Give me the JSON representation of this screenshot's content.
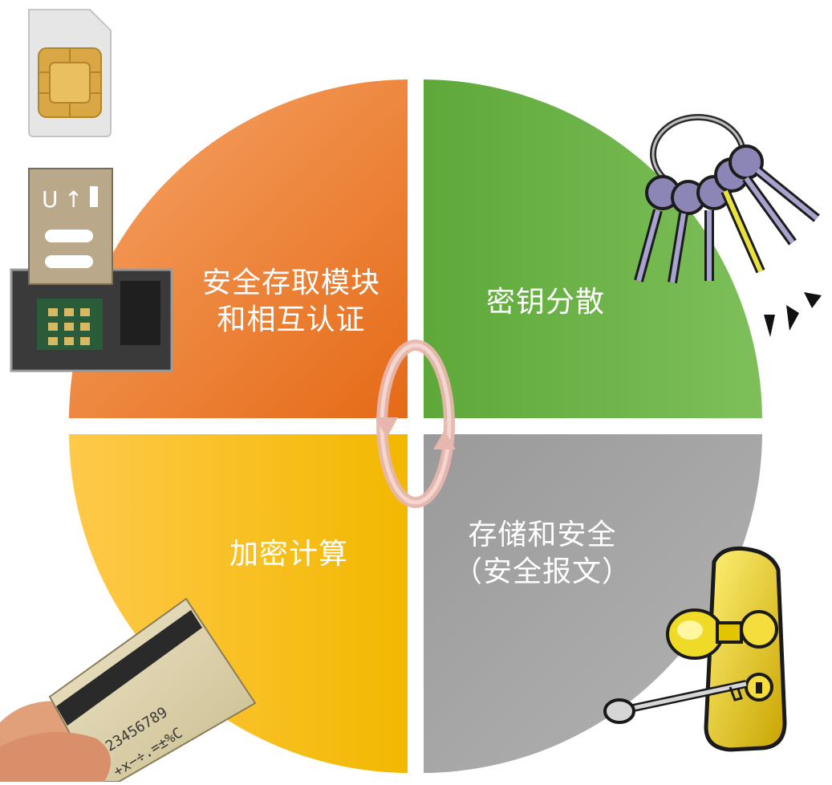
{
  "diagram": {
    "quadrants": [
      {
        "id": "top-left",
        "label": "安全存取模块\n和相互认证",
        "color_start": "#f29a5f",
        "color_end": "#e8731f"
      },
      {
        "id": "top-right",
        "label": "密钥分散",
        "color_start": "#72b74a",
        "color_end": "#5aa234"
      },
      {
        "id": "bottom-left",
        "label": "加密计算",
        "color_start": "#ffd24d",
        "color_end": "#f2b700"
      },
      {
        "id": "bottom-right",
        "label": "存储和安全\n（安全报文）",
        "color_start": "#a8a8a8",
        "color_end": "#8c8c8c"
      }
    ],
    "cycle_arrow_color": "#e8b7b0",
    "illustrations": [
      "sim-card-icon",
      "sim-card-slot-icon",
      "keyring-icon",
      "smart-card-hand-icon",
      "door-lock-key-icon"
    ]
  }
}
